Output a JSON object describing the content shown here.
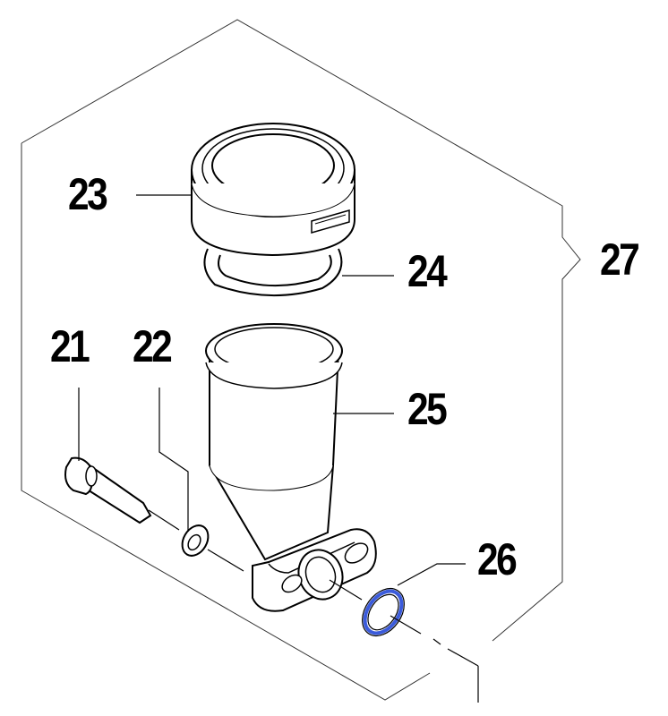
{
  "diagram": {
    "type": "exploded-parts-view",
    "colors": {
      "line": "#000000",
      "frame": "#333333",
      "highlight": "#3b5bdb"
    },
    "callouts": [
      {
        "id": "21",
        "label": "21",
        "part": "bolt"
      },
      {
        "id": "22",
        "label": "22",
        "part": "washer"
      },
      {
        "id": "23",
        "label": "23",
        "part": "cap"
      },
      {
        "id": "24",
        "label": "24",
        "part": "o-ring"
      },
      {
        "id": "25",
        "label": "25",
        "part": "cup-body"
      },
      {
        "id": "26",
        "label": "26",
        "part": "seal-ring",
        "highlighted": true
      },
      {
        "id": "27",
        "label": "27",
        "part": "assembly-group"
      }
    ]
  }
}
